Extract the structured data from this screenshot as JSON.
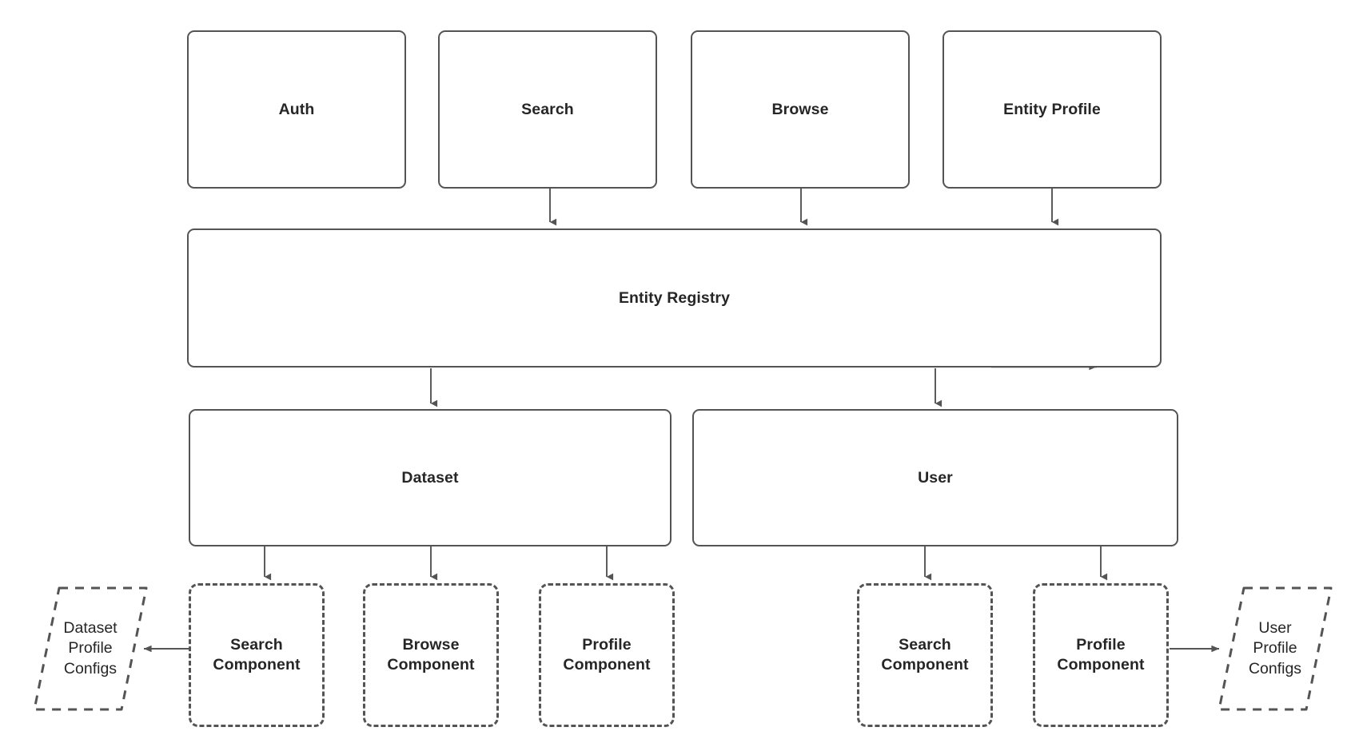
{
  "diagram": {
    "type": "architecture-diagram",
    "background_color": "#ffffff",
    "stroke_color": "#545454",
    "text_color": "#262626",
    "layers": [
      {
        "name": "entry-points",
        "nodes": [
          {
            "id": "auth",
            "label": "Auth",
            "shape": "rounded-rectangle",
            "border": "solid"
          },
          {
            "id": "search",
            "label": "Search",
            "shape": "rounded-rectangle",
            "border": "solid"
          },
          {
            "id": "browse",
            "label": "Browse",
            "shape": "rounded-rectangle",
            "border": "solid"
          },
          {
            "id": "entity-profile",
            "label": "Entity Profile",
            "shape": "rounded-rectangle",
            "border": "solid"
          }
        ]
      },
      {
        "name": "registry",
        "nodes": [
          {
            "id": "entity-registry",
            "label": "Entity Registry",
            "shape": "rounded-rectangle",
            "border": "solid"
          }
        ]
      },
      {
        "name": "entities",
        "nodes": [
          {
            "id": "dataset",
            "label": "Dataset",
            "shape": "rounded-rectangle",
            "border": "solid"
          },
          {
            "id": "user",
            "label": "User",
            "shape": "rounded-rectangle",
            "border": "solid"
          }
        ]
      },
      {
        "name": "components",
        "nodes": [
          {
            "id": "dataset-search-component",
            "label": "Search\nComponent",
            "shape": "rounded-rectangle",
            "border": "dashed"
          },
          {
            "id": "dataset-browse-component",
            "label": "Browse\nComponent",
            "shape": "rounded-rectangle",
            "border": "dashed"
          },
          {
            "id": "dataset-profile-component",
            "label": "Profile\nComponent",
            "shape": "rounded-rectangle",
            "border": "dashed"
          },
          {
            "id": "user-search-component",
            "label": "Search\nComponent",
            "shape": "rounded-rectangle",
            "border": "dashed"
          },
          {
            "id": "user-profile-component",
            "label": "Profile\nComponent",
            "shape": "rounded-rectangle",
            "border": "dashed"
          }
        ]
      },
      {
        "name": "configs",
        "nodes": [
          {
            "id": "dataset-profile-configs",
            "label": "Dataset\nProfile\nConfigs",
            "shape": "parallelogram",
            "border": "dashed"
          },
          {
            "id": "user-profile-configs",
            "label": "User\nProfile\nConfigs",
            "shape": "parallelogram",
            "border": "dashed"
          }
        ]
      }
    ],
    "edges": [
      {
        "from": "search",
        "to": "entity-registry",
        "direction": "down"
      },
      {
        "from": "browse",
        "to": "entity-registry",
        "direction": "down"
      },
      {
        "from": "entity-profile",
        "to": "entity-registry",
        "direction": "down"
      },
      {
        "from": "entity-registry",
        "to": "dataset",
        "direction": "down"
      },
      {
        "from": "entity-registry",
        "to": "user",
        "direction": "down"
      },
      {
        "from": "entity-registry",
        "to": "right-edge",
        "direction": "right"
      },
      {
        "from": "dataset",
        "to": "dataset-search-component",
        "direction": "down"
      },
      {
        "from": "dataset",
        "to": "dataset-browse-component",
        "direction": "down"
      },
      {
        "from": "dataset",
        "to": "dataset-profile-component",
        "direction": "down"
      },
      {
        "from": "user",
        "to": "user-search-component",
        "direction": "down"
      },
      {
        "from": "user",
        "to": "user-profile-component",
        "direction": "down"
      },
      {
        "from": "dataset-search-component",
        "to": "dataset-profile-configs",
        "direction": "left"
      },
      {
        "from": "user-profile-component",
        "to": "user-profile-configs",
        "direction": "right"
      }
    ]
  },
  "nodes": {
    "auth": {
      "label": "Auth"
    },
    "search": {
      "label": "Search"
    },
    "browse": {
      "label": "Browse"
    },
    "entity_profile": {
      "label": "Entity Profile"
    },
    "entity_registry": {
      "label": "Entity Registry"
    },
    "dataset": {
      "label": "Dataset"
    },
    "user": {
      "label": "User"
    },
    "dataset_search_component": {
      "label": "Search\nComponent"
    },
    "dataset_browse_component": {
      "label": "Browse\nComponent"
    },
    "dataset_profile_component": {
      "label": "Profile\nComponent"
    },
    "user_search_component": {
      "label": "Search\nComponent"
    },
    "user_profile_component": {
      "label": "Profile\nComponent"
    },
    "dataset_profile_configs": {
      "label": "Dataset\nProfile\nConfigs"
    },
    "user_profile_configs": {
      "label": "User\nProfile\nConfigs"
    }
  }
}
